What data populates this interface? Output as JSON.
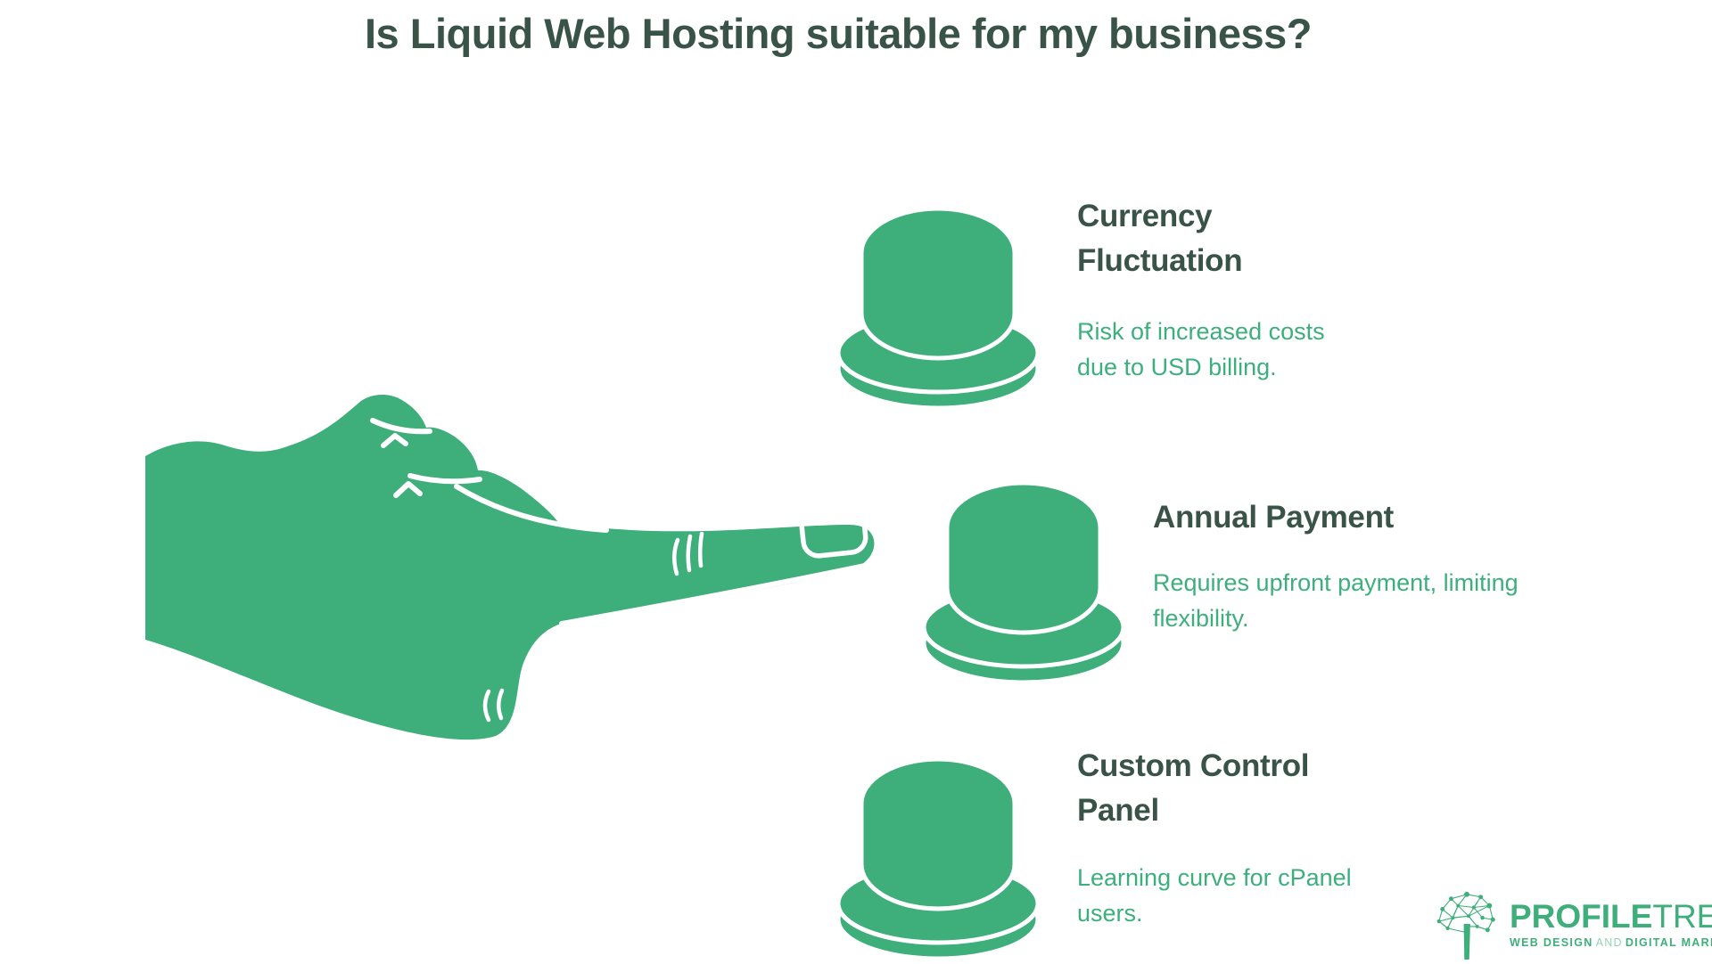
{
  "title": "Is Liquid Web Hosting suitable for my business?",
  "items": [
    {
      "heading": "Currency Fluctuation",
      "description": "Risk of increased costs due to USD billing."
    },
    {
      "heading": "Annual Payment",
      "description": "Requires upfront payment, limiting flexibility."
    },
    {
      "heading": "Custom Control Panel",
      "description": "Learning curve for cPanel users."
    }
  ],
  "logo": {
    "brand_bold": "PROFILE",
    "brand_light": "TREE",
    "tagline_bold1": "WEB DESIGN",
    "tagline_light": "AND",
    "tagline_bold2": "DIGITAL MARKETING"
  },
  "colors": {
    "green": "#3eae7b",
    "dark_green": "#3a5348"
  }
}
